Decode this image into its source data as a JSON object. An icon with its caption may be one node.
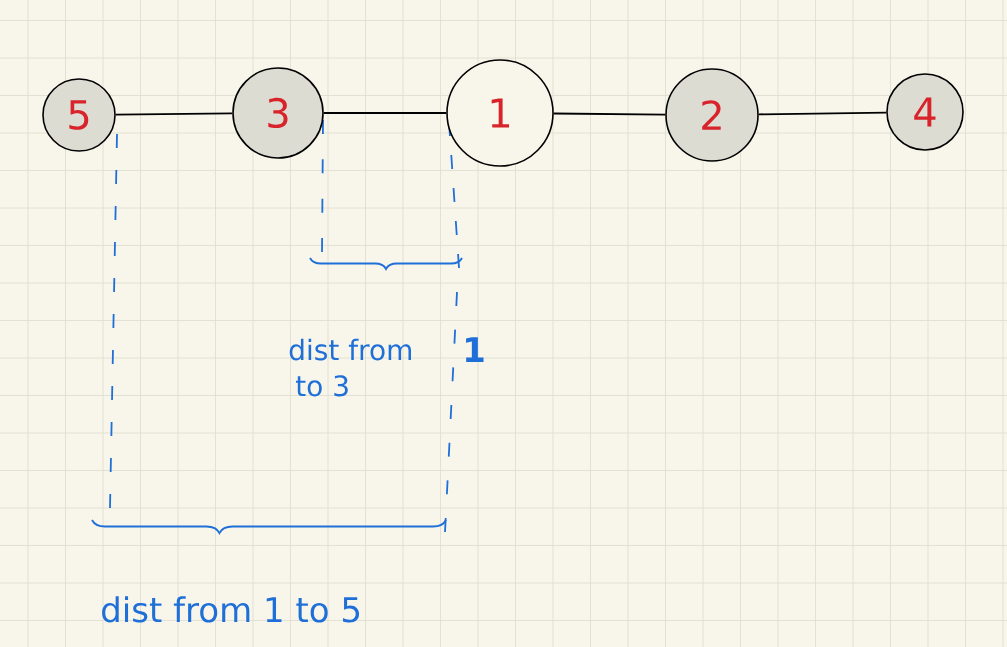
{
  "diagram": {
    "nodes": [
      {
        "text": [
          "5"
        ]
      },
      {
        "text": [
          "3"
        ]
      },
      {
        "text": [
          "1"
        ]
      },
      {
        "text": [
          "2"
        ]
      },
      {
        "text": [
          "4"
        ]
      }
    ],
    "edges": [
      {
        "from": 0,
        "to": 1,
        "arrow": "none"
      },
      {
        "from": 1,
        "to": 2,
        "arrow": "none"
      },
      {
        "from": 2,
        "to": 3,
        "arrow": "none"
      },
      {
        "from": 3,
        "to": 4,
        "arrow": "none"
      }
    ],
    "labels": [
      "dist from",
      "1",
      "to 3",
      "dist from 1 to 5"
    ]
  }
}
